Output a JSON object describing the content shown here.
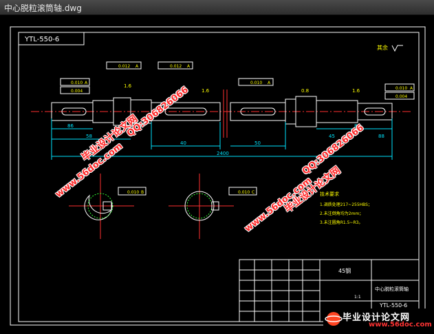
{
  "window": {
    "title": "中心脱粒滚筒轴.dwg"
  },
  "drawing": {
    "part_code_tag": "YTL-550-6",
    "roughness_other": "其余",
    "dims": {
      "d86": "86",
      "d58": "58",
      "d40": "40",
      "d50": "50",
      "d2400": "2400",
      "d45": "45",
      "d88": "88",
      "d1_6a": "1.6",
      "d1_6b": "1.6",
      "d1_6c": "1.6",
      "d0_8": "0.8"
    },
    "tolerances": {
      "t1_val": "0.012",
      "t1_ref": "A",
      "t2_val": "0.012",
      "t2_ref": "A",
      "t3_val": "0.010",
      "t3_ref": "A",
      "t4_val": "0.010",
      "t4_ref": "A",
      "t5_val": "0.010",
      "t5_ref": "A",
      "t6_val": "0.004",
      "t7_val": "0.004",
      "t8_val": "0.010",
      "t8_ref": "B",
      "t9_val": "0.010",
      "t9_ref": "C"
    },
    "notes": {
      "heading": "技术要求",
      "line1": "1.调质处理217~255HBS；",
      "line2": "2.未注倒角均为2mm；",
      "line3": "3.未注圆角R1.5~R3。"
    },
    "title_block": {
      "material": "45钢",
      "part_name": "中心脱粒滚筒轴",
      "drawing_no": "YTL-550-6",
      "scale": "1:1"
    }
  },
  "watermarks": {
    "qq1": "QQ:306826066",
    "qq2": "QQ:306826066",
    "brand1": "毕业设计论文网",
    "brand2": "毕业设计论文网",
    "url1": "www.56doc.com",
    "url2": "www.56doc.com"
  },
  "logo": {
    "main": "毕业设计论文网",
    "url": "www.56doc.com"
  },
  "colors": {
    "line_white": "#ffffff",
    "dim_cyan": "#00e5ff",
    "center_red": "#ff3030",
    "text_yellow": "#ffff00",
    "hatch_green": "#33ff33"
  }
}
